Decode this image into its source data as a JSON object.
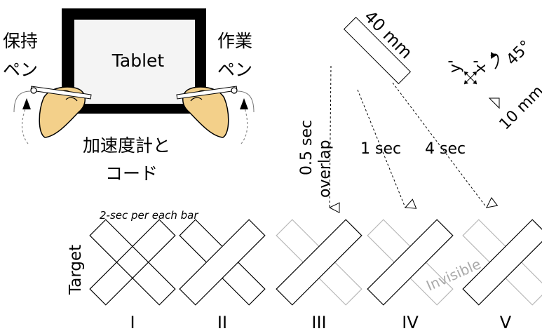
{
  "setup": {
    "tablet_label": "Tablet",
    "holding_pen_label": [
      "保持",
      "ペン"
    ],
    "working_pen_label": [
      "作業",
      "ペン"
    ],
    "cable_label": [
      "加速度計と",
      "コード"
    ]
  },
  "timing": {
    "bar_length_label": "40 mm",
    "axis_y_label": "y'",
    "axis_x_label": "x'",
    "rotation_label": "45°",
    "scale_label": "10 mm",
    "overlap_label": [
      "0.5 sec",
      "overlap"
    ],
    "sec1_label": "1 sec",
    "sec4_label": "4 sec"
  },
  "per_bar_label": "2-sec per each bar",
  "target_label": "Target",
  "invisible_label": "Invisible",
  "conditions": [
    "I",
    "II",
    "III",
    "IV",
    "V"
  ],
  "colors": {
    "frame": "#000000",
    "tablet_fill": "#f4f4f4",
    "skin": "#f3d08a",
    "faded_bar": "#b8b8b8",
    "invisible_text": "#aaaaaa"
  }
}
